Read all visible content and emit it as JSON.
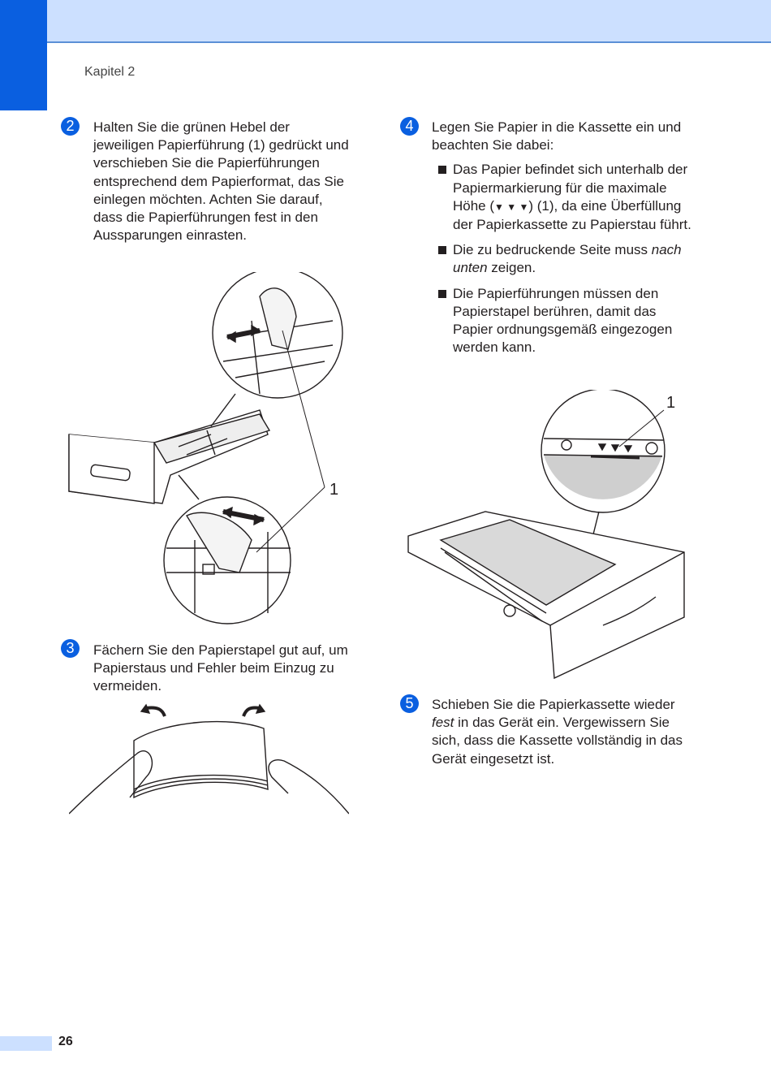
{
  "header": {
    "chapter": "Kapitel 2"
  },
  "steps": [
    {
      "number": "2",
      "text": "Halten Sie die grünen Hebel der jeweiligen Papierführung (1) gedrückt und verschieben Sie die Papierführungen entsprechend dem Papierformat, das Sie einlegen möchten. Achten Sie darauf, dass die Papierführungen fest in den Aussparungen einrasten."
    },
    {
      "number": "3",
      "text": "Fächern Sie den Papierstapel gut auf, um Papierstaus und Fehler beim Einzug zu vermeiden."
    },
    {
      "number": "4",
      "text": "Legen Sie Papier in die Kassette ein und beachten Sie dabei:",
      "bullets": [
        {
          "pre": "Das Papier befindet sich unterhalb der Papiermarkierung für die maximale Höhe (",
          "marks": "▼ ▼ ▼",
          "post": ") (1), da eine Überfüllung der Papierkassette zu Papierstau führt."
        },
        {
          "pre": "Die zu bedruckende Seite muss ",
          "em": "nach unten",
          "post": " zeigen."
        },
        {
          "pre": "Die Papierführungen müssen den Papierstapel berühren, damit das Papier ordnungsgemäß eingezogen werden kann."
        }
      ]
    },
    {
      "number": "5",
      "pre": "Schieben Sie die Papierkassette wieder ",
      "em": "fest",
      "post": " in das Gerät ein. Vergewissern Sie sich, dass die Kassette vollständig in das Gerät eingesetzt ist."
    }
  ],
  "callouts": {
    "guide_label": "1",
    "mark_label": "1"
  },
  "footer": {
    "page_number": "26"
  },
  "colors": {
    "accent": "#0a5fe0",
    "band": "#cce0ff"
  }
}
